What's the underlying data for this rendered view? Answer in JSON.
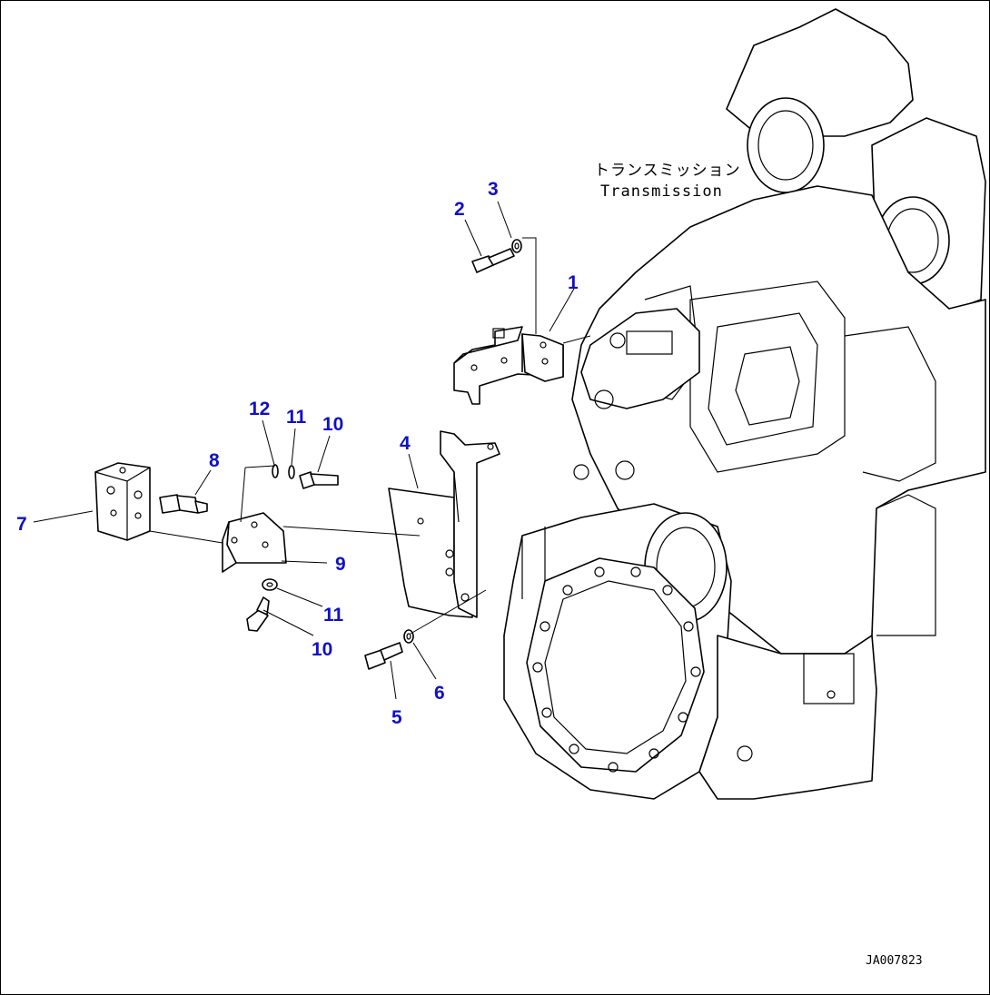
{
  "caption": {
    "japanese": "トランスミッション",
    "english": "Transmission"
  },
  "drawing_code": "JA007823",
  "colors": {
    "callout": "#1010c8",
    "line": "#000000"
  },
  "callouts": [
    {
      "id": "c1",
      "label": "1"
    },
    {
      "id": "c2",
      "label": "2"
    },
    {
      "id": "c3",
      "label": "3"
    },
    {
      "id": "c4",
      "label": "4"
    },
    {
      "id": "c5",
      "label": "5"
    },
    {
      "id": "c6",
      "label": "6"
    },
    {
      "id": "c7",
      "label": "7"
    },
    {
      "id": "c8",
      "label": "8"
    },
    {
      "id": "c9",
      "label": "9"
    },
    {
      "id": "c10a",
      "label": "10"
    },
    {
      "id": "c10b",
      "label": "10"
    },
    {
      "id": "c11a",
      "label": "11"
    },
    {
      "id": "c11b",
      "label": "11"
    },
    {
      "id": "c12",
      "label": "12"
    }
  ]
}
